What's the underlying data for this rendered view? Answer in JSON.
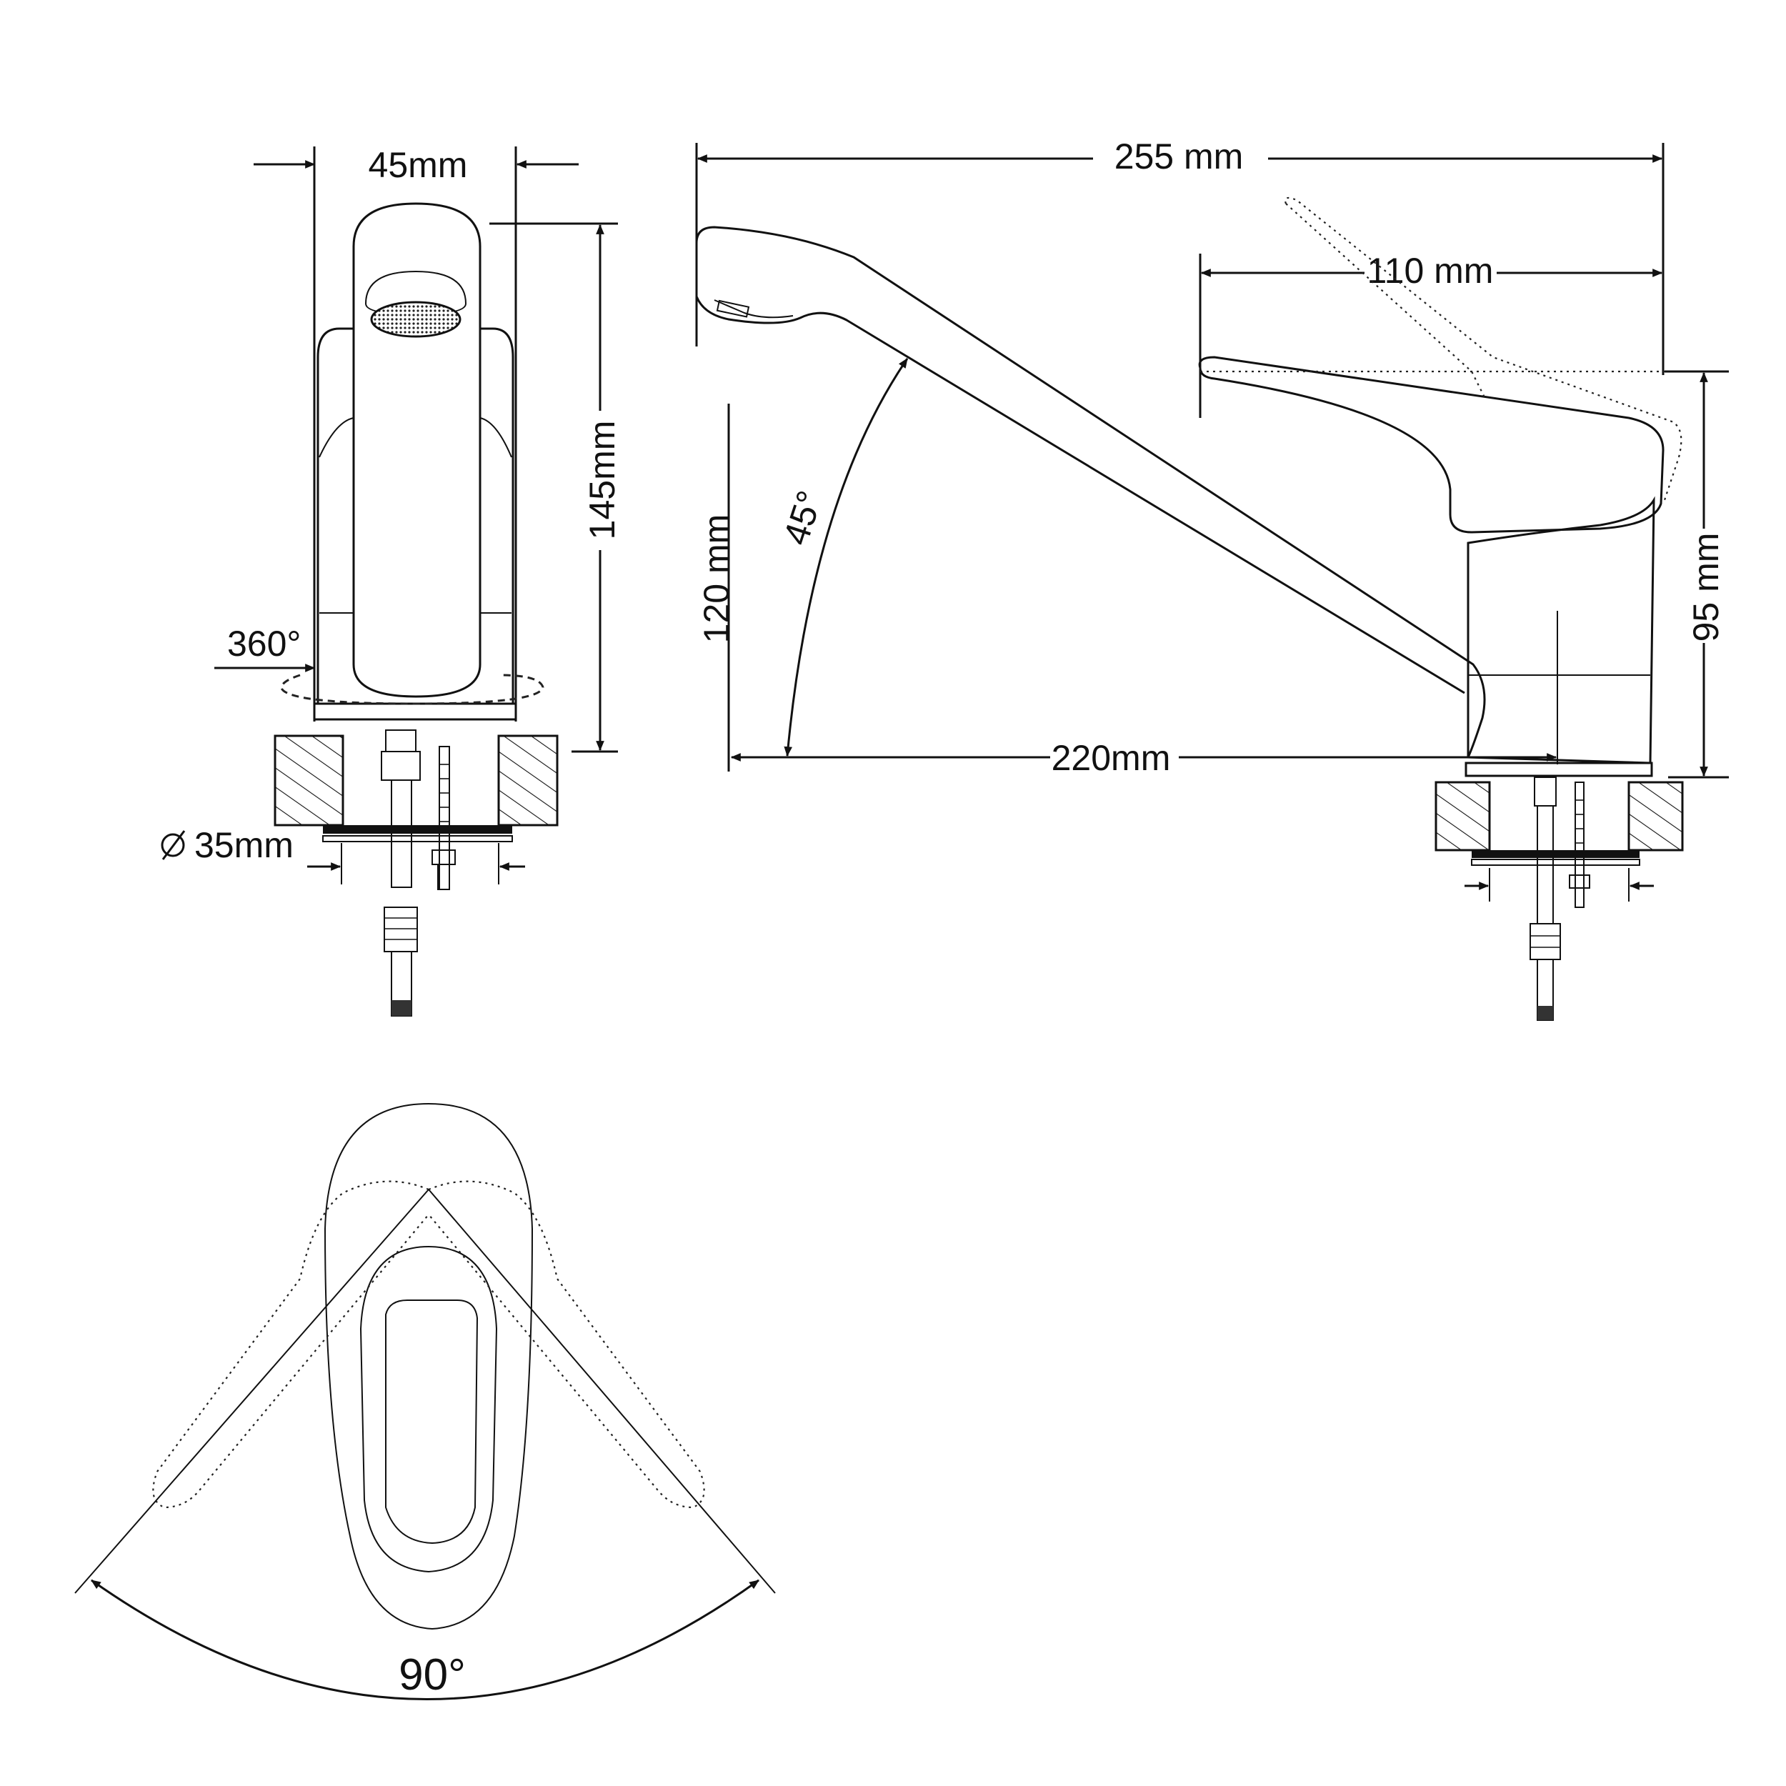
{
  "front_view": {
    "width_label": "45mm",
    "height_label": "145mm",
    "rotation_label": "360°",
    "hole_diameter_label": "35mm"
  },
  "side_view": {
    "length_label": "255 mm",
    "lever_label": "110 mm",
    "spout_height_label": "120 mm",
    "spout_angle_label": "45°",
    "reach_label": "220mm",
    "body_height_label": "95 mm"
  },
  "top_view": {
    "lever_swing_label": "90°"
  }
}
